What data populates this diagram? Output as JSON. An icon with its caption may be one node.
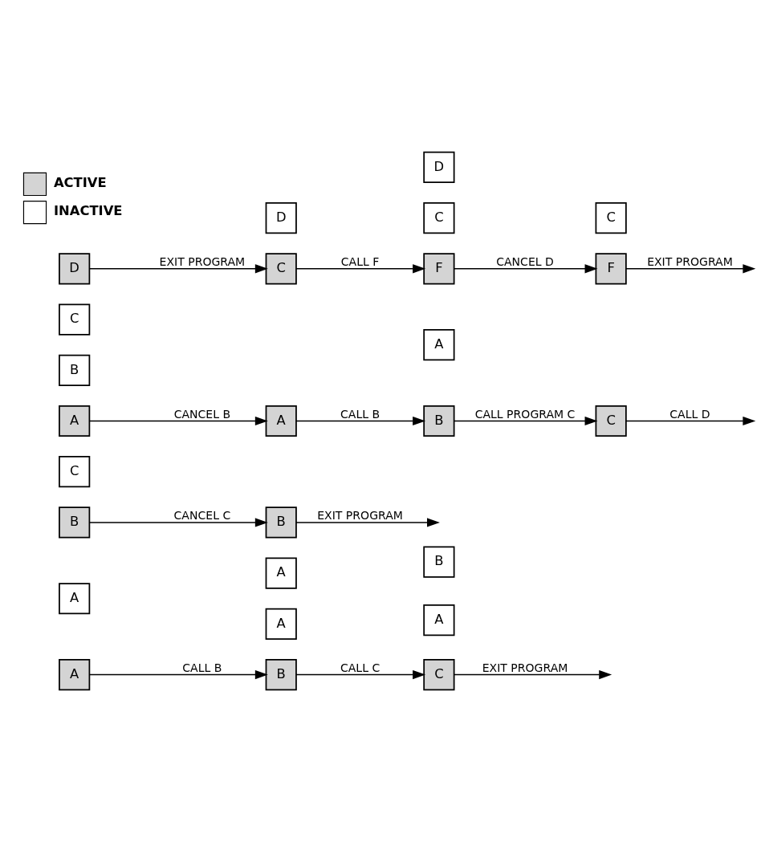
{
  "diagram": {
    "nodes": [
      {
        "text": [
          "A"
        ]
      },
      {
        "text": [
          "A"
        ]
      },
      {
        "text": [
          "A"
        ]
      },
      {
        "text": [
          "B"
        ]
      },
      {
        "text": [
          "B"
        ]
      },
      {
        "text": [
          "C"
        ]
      },
      {
        "text": [
          "A"
        ]
      },
      {
        "text": [
          "A"
        ]
      },
      {
        "text": [
          "B"
        ]
      },
      {
        "text": [
          "B"
        ]
      },
      {
        "text": [
          "C"
        ]
      },
      {
        "text": [
          "A"
        ]
      },
      {
        "text": [
          "A"
        ]
      },
      {
        "text": [
          "A"
        ]
      },
      {
        "text": [
          "C"
        ]
      },
      {
        "text": [
          "B"
        ]
      },
      {
        "text": [
          "B"
        ]
      },
      {
        "text": [
          "C"
        ]
      },
      {
        "text": [
          "C"
        ]
      },
      {
        "text": [
          "C"
        ]
      },
      {
        "text": [
          "C"
        ]
      },
      {
        "text": [
          "D"
        ]
      },
      {
        "text": [
          "D"
        ]
      },
      {
        "text": [
          "D"
        ]
      },
      {
        "text": [
          "F"
        ]
      },
      {
        "text": [
          "F"
        ]
      }
    ],
    "edges": [
      {
        "from": 0,
        "to": 3,
        "arrow": "to",
        "label": "CALL B"
      },
      {
        "from": 3,
        "to": 5,
        "arrow": "to",
        "label": "CALL C"
      },
      {
        "from": 5,
        "to": null,
        "arrow": "to",
        "label": "EXIT PROGRAM"
      },
      {
        "from": 8,
        "to": 9,
        "arrow": "to",
        "label": "CANCEL C"
      },
      {
        "from": 9,
        "to": null,
        "arrow": "to",
        "label": "EXIT PROGRAM"
      },
      {
        "from": 11,
        "to": 12,
        "arrow": "to",
        "label": "CANCEL B"
      },
      {
        "from": 12,
        "to": 16,
        "arrow": "to",
        "label": "CALL B"
      },
      {
        "from": 16,
        "to": 14,
        "arrow": "to",
        "label": "CALL PROGRAM C"
      },
      {
        "from": 14,
        "to": null,
        "arrow": "to",
        "label": "CALL D"
      },
      {
        "from": 21,
        "to": 18,
        "arrow": "to",
        "label": "EXIT PROGRAM"
      },
      {
        "from": 18,
        "to": 24,
        "arrow": "to",
        "label": "CALL F"
      },
      {
        "from": 24,
        "to": 25,
        "arrow": "to",
        "label": "CANCEL D"
      },
      {
        "from": 25,
        "to": null,
        "arrow": "to",
        "label": "EXIT PROGRAM"
      }
    ],
    "legend": [
      {
        "text": "ACTIVE",
        "color": "#d4d4d4"
      },
      {
        "text": "INACTIVE",
        "color": "#ffffff"
      }
    ]
  }
}
